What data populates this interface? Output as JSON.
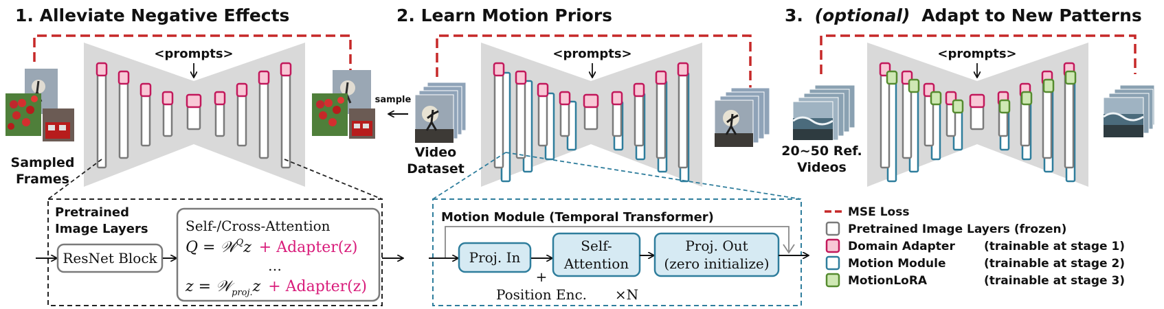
{
  "stages": [
    {
      "title": "1. Alleviate Negative Effects"
    },
    {
      "title_pre": "2. Learn Motion Priors"
    },
    {
      "title_num": "3.",
      "title_italic": "(optional)",
      "title_rest": "Adapt to New Patterns"
    }
  ],
  "prompts_label": "<prompts>",
  "labels": {
    "sampled_frames_1": "Sampled",
    "sampled_frames_2": "Frames",
    "sample": "sample",
    "video_dataset_1": "Video",
    "video_dataset_2": "Dataset",
    "ref_videos_1": "20~50 Ref.",
    "ref_videos_2": "Videos"
  },
  "pretrained_box": {
    "title_1": "Pretrained",
    "title_2": "Image Layers",
    "resnet": "ResNet Block",
    "attn_title": "Self-/Cross-Attention",
    "eq1_black": "Q = 𝒲",
    "eq1_sup": "Q",
    "eq1_z": "z",
    "eq1_pink": "+ Adapter(z)",
    "dots": "…",
    "eq2_black": "z = 𝒲",
    "eq2_sub": "proj.",
    "eq2_z": "z",
    "eq2_pink": "+ Adapter(z)"
  },
  "motion_box": {
    "title": "Motion Module (Temporal Transformer)",
    "proj_in": "Proj. In",
    "self_attn_1": "Self-",
    "self_attn_2": "Attention",
    "proj_out_1": "Proj. Out",
    "proj_out_2": "(zero initialize)",
    "plus": "+",
    "pos_enc": "Position Enc.",
    "times_n": "×N"
  },
  "legend": [
    {
      "label": "MSE Loss",
      "note": "",
      "kind": "dash",
      "color": "#c62828"
    },
    {
      "label": "Pretrained Image Layers (frozen)",
      "note": "",
      "kind": "box",
      "color": "#7a7a7a",
      "fill": "#ffffff"
    },
    {
      "label": "Domain Adapter",
      "note": "(trainable at stage 1)",
      "kind": "box",
      "color": "#c2185b",
      "fill": "#f8c8d6"
    },
    {
      "label": "Motion Module",
      "note": "(trainable at stage 2)",
      "kind": "box",
      "color": "#2e7d9c",
      "fill": "#ffffff"
    },
    {
      "label": "MotionLoRA",
      "note": "(trainable at stage 3)",
      "kind": "box",
      "color": "#558b2f",
      "fill": "#cfe8b4"
    }
  ],
  "colors": {
    "unet_fill": "#d9d9d9",
    "image_layer": "#7a7a7a",
    "adapter_stroke": "#c2185b",
    "adapter_fill": "#f8c8d6",
    "motion_stroke": "#2e7d9c",
    "lora_stroke": "#558b2f",
    "lora_fill": "#cfe8b4",
    "loss": "#c62828",
    "box_fill_blue": "#d6eaf3",
    "pink_text": "#d81b7a"
  }
}
